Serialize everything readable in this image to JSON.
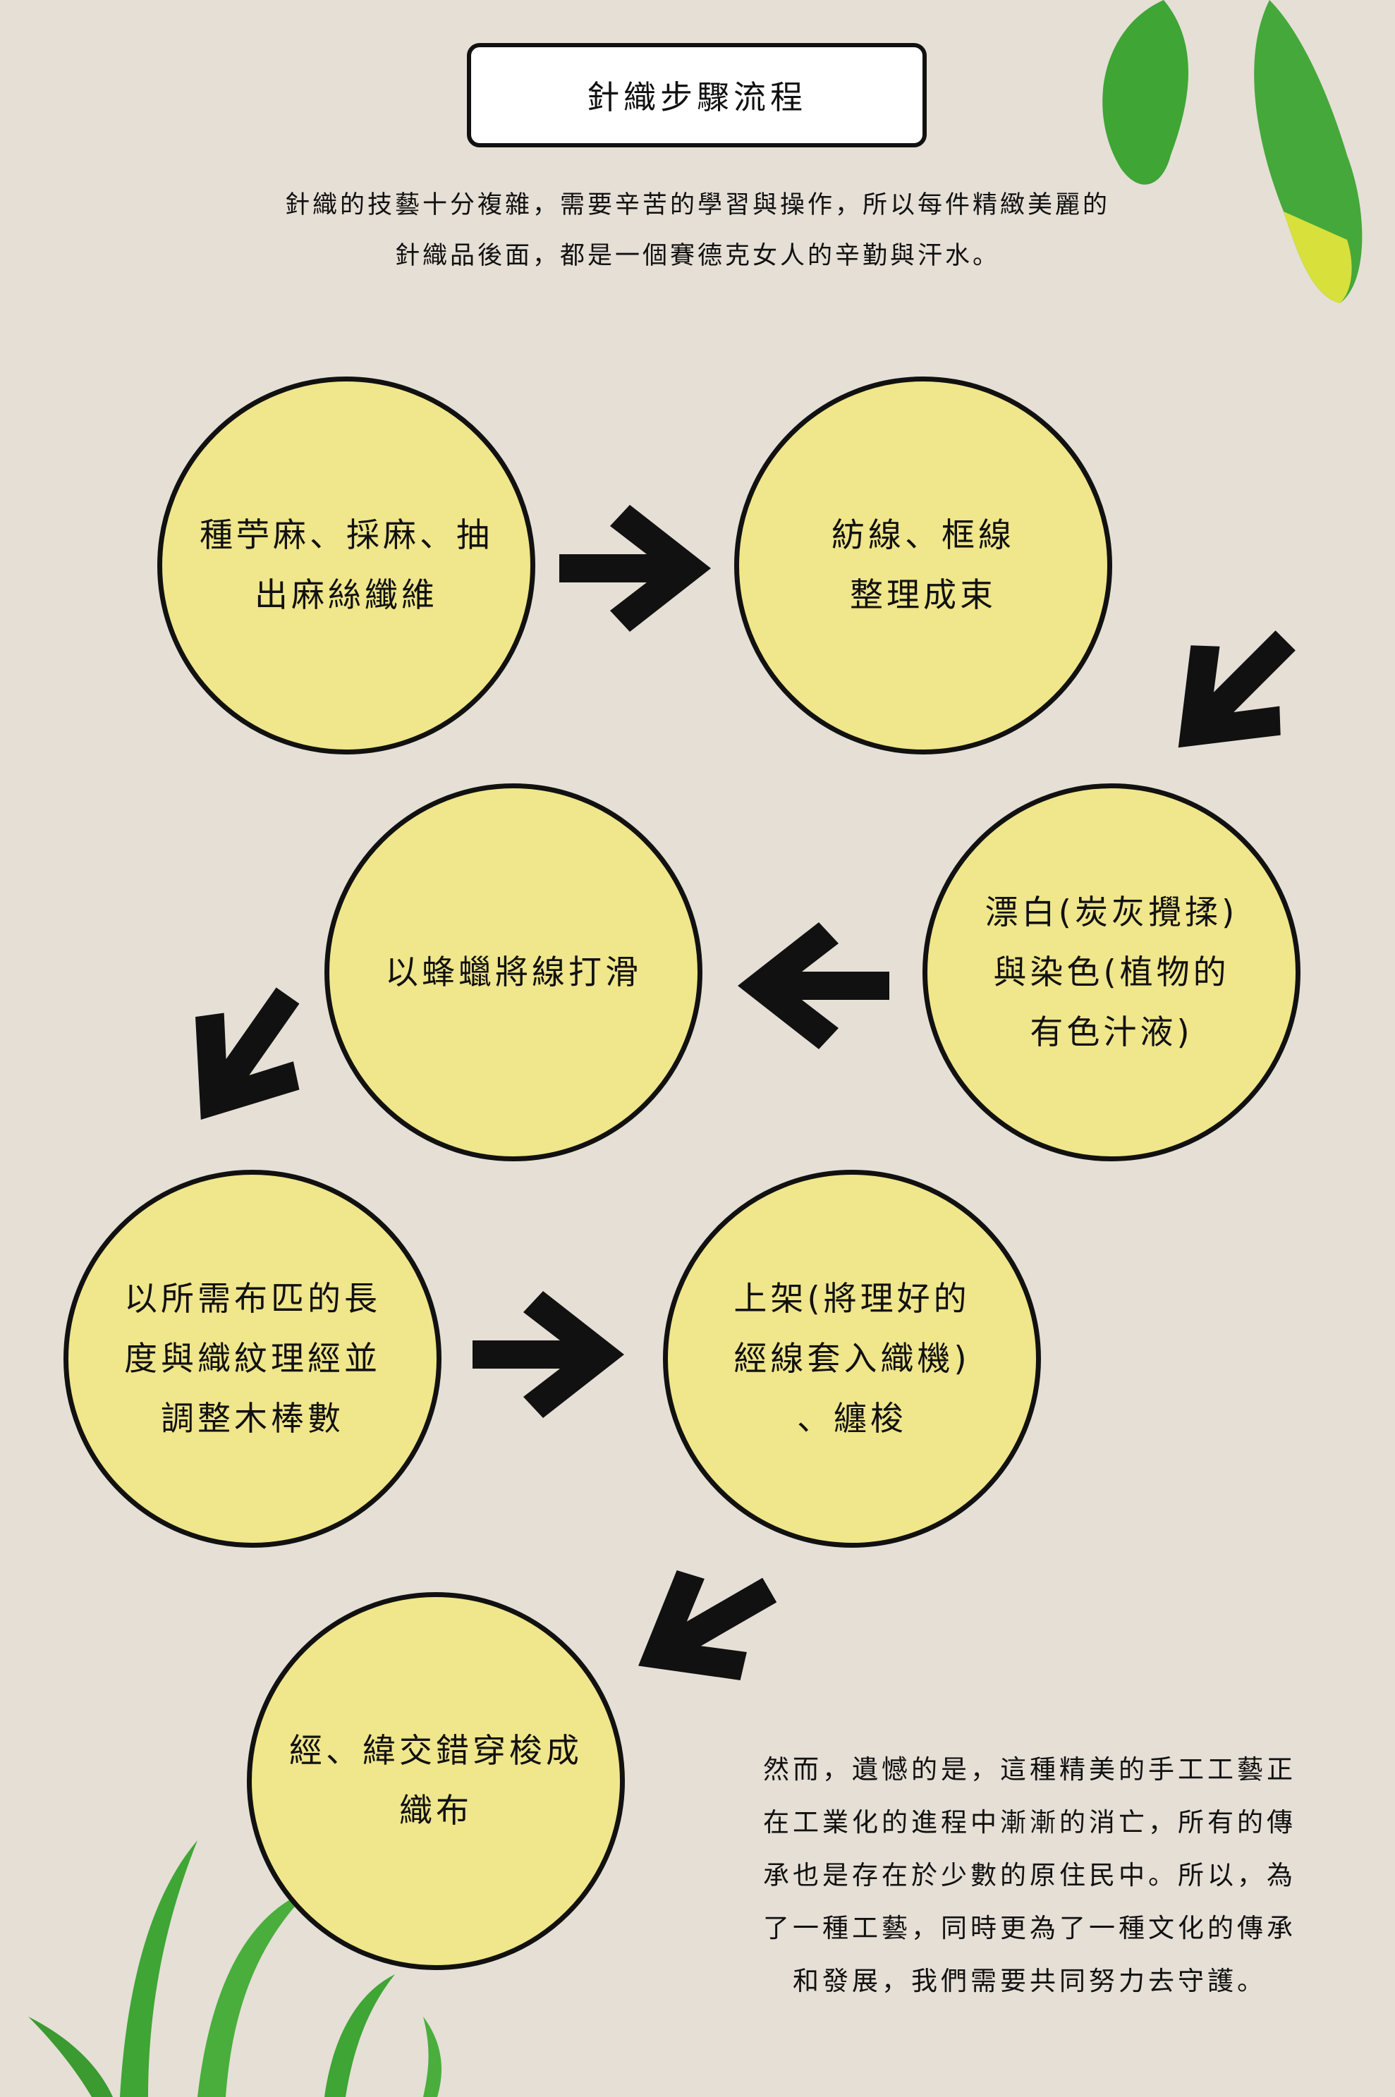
{
  "title": "針織步驟流程",
  "intro": [
    "針織的技藝十分複雜，需要辛苦的學習與操作，所以每件精緻美麗的",
    "針織品後面，都是一個賽德克女人的辛勤與汗水。"
  ],
  "steps": [
    {
      "lines": [
        "種苧麻、採麻、抽",
        "出麻絲纖維"
      ]
    },
    {
      "lines": [
        "紡線、框線",
        "整理成束"
      ]
    },
    {
      "lines": [
        "漂白(炭灰攪揉)",
        "與染色(植物的",
        "有色汁液)"
      ]
    },
    {
      "lines": [
        "以蜂蠟將線打滑"
      ]
    },
    {
      "lines": [
        "以所需布匹的長",
        "度與織紋理經並",
        "調整木棒數"
      ]
    },
    {
      "lines": [
        "上架(將理好的",
        "經線套入織機)",
        "、纏梭"
      ]
    },
    {
      "lines": [
        "經、緯交錯穿梭成",
        "織布"
      ]
    }
  ],
  "outro": [
    "然而，遺憾的是，這種精美的手工工藝正",
    "在工業化的進程中漸漸的消亡，所有的傳",
    "承也是存在於少數的原住民中。所以，為",
    "了一種工藝，同時更為了一種文化的傳承",
    "和發展，我們需要共同努力去守護。"
  ],
  "colors": {
    "background": "#e5dfd6",
    "circle": "#f0e68b",
    "leaf": "#3fa535"
  }
}
